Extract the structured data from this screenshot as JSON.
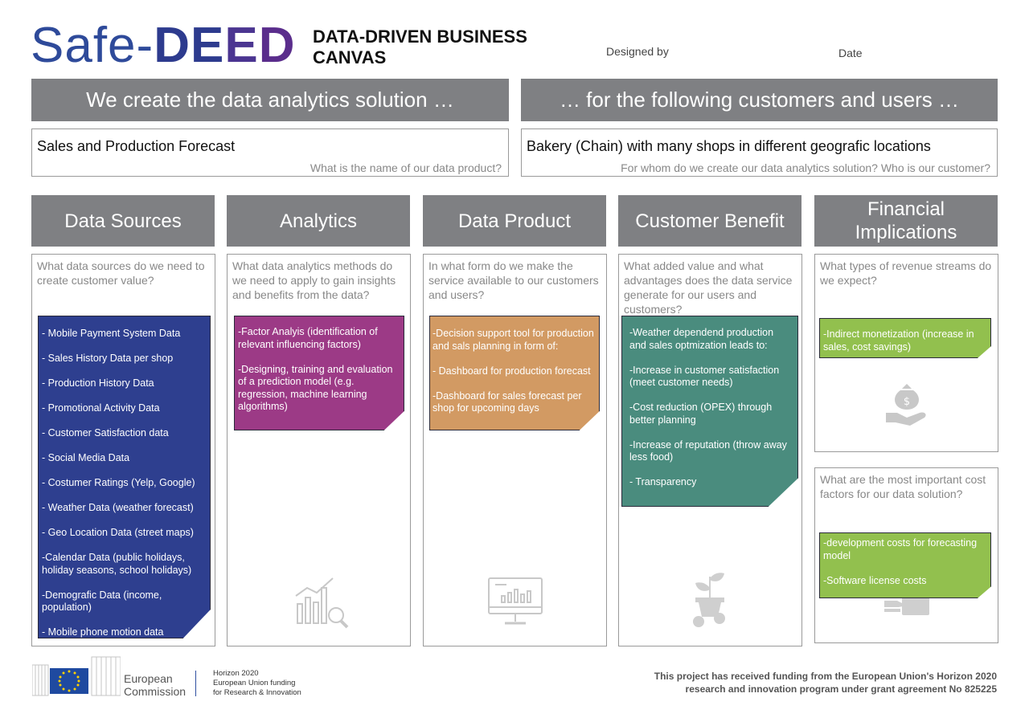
{
  "header": {
    "logo_part1": "Safe-",
    "logo_d1": "D",
    "logo_e1": "E",
    "logo_e2": "E",
    "logo_d2": "D",
    "canvas_title": "DATA-DRIVEN BUSINESS CANVAS",
    "designed_by_label": "Designed by",
    "date_label": "Date"
  },
  "top": {
    "left_banner": "We create the data analytics solution …",
    "right_banner": "… for the following customers and users …",
    "left_answer": "Sales and Production Forecast",
    "left_question": "What is the name of our data product?",
    "right_answer": "Bakery (Chain) with many shops in different geografic locations",
    "right_question": "For whom do we create our data analytics solution? Who is our customer?"
  },
  "columns": {
    "data_sources": {
      "title": "Data Sources",
      "question": "What data sources do we need to create customer value?",
      "items": [
        "- Mobile Payment System Data",
        "- Sales History Data per shop",
        "- Production History Data",
        "- Promotional Activity Data",
        "- Customer Satisfaction data",
        "- Social Media Data",
        "- Costumer Ratings (Yelp, Google)",
        "- Weather Data (weather forecast)",
        "- Geo Location Data (street maps)",
        "-Calendar Data (public holidays, holiday seasons, school holidays)",
        "-Demografic Data (income, population)",
        "- Mobile phone motion data"
      ]
    },
    "analytics": {
      "title": "Analytics",
      "question": "What data analytics methods do we need to apply to gain insights and benefits from the data?",
      "items": [
        "-Factor Analyis (identification of relevant influencing factors)",
        "-Designing, training and evaluation of a prediction model (e.g. regression, machine learning algorithms)"
      ]
    },
    "data_product": {
      "title": "Data Product",
      "question": "In what form do we make the service available to our customers and users?",
      "items": [
        "-Decision support tool for production  and sals planning in form of:",
        "- Dashboard for production forecast",
        "-Dashboard for sales forecast per shop for upcoming days"
      ]
    },
    "customer_benefit": {
      "title": "Customer Benefit",
      "question": "What added value and what advantages does the data service generate for our users and customers?",
      "items": [
        "-Weather dependend production  and sales optmization leads to:",
        "-Increase in customer satisfaction (meet customer needs)",
        "-Cost reduction (OPEX) through better planning",
        "-Increase of reputation (throw away less food)",
        "- Transparency"
      ]
    },
    "financial": {
      "title": "Financial Implications",
      "revenue_question": "What types of revenue streams do we expect?",
      "revenue_items": [
        "-Indirect monetization (increase in  sales, cost savings)"
      ],
      "cost_question": "What are the most important cost factors for our data solution?",
      "cost_items": [
        "-development costs for forecasting model",
        "-Software license costs"
      ]
    }
  },
  "colors": {
    "banner_gray": "#7f8083",
    "note_blue": "#2e3f8f",
    "note_purple": "#9c3a86",
    "note_orange": "#d29a63",
    "note_teal": "#4a8c7e",
    "note_green": "#92c04e"
  },
  "icons": [
    "database-icon",
    "analytics-chart-icon",
    "monitor-dashboard-icon",
    "plant-growth-icon",
    "money-hand-icon",
    "cash-hand-icon",
    "eu-flag-icon"
  ],
  "footer": {
    "ec_line1": "European",
    "ec_line2": "Commission",
    "horizon_line1": "Horizon 2020",
    "horizon_line2": "European Union funding",
    "horizon_line3": "for Research & Innovation",
    "funding_line1": "This project has received funding from the European Union's Horizon 2020",
    "funding_line2": "research and innovation program under grant agreement No  825225"
  }
}
